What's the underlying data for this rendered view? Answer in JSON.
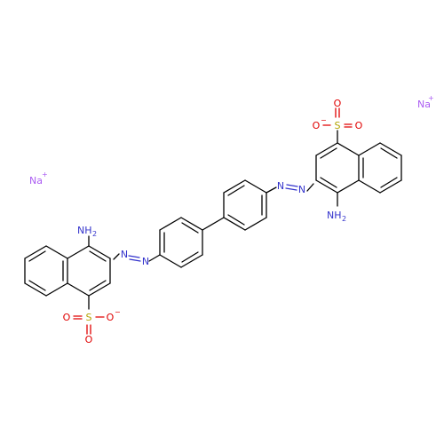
{
  "colors": {
    "bond": "#000000",
    "nitrogen": "#3333cc",
    "oxygen": "#e00000",
    "sulfur": "#b3a300",
    "sodium": "#ab5cf2",
    "background": "#ffffff"
  },
  "atoms": {
    "n": "N",
    "nh2_left": "NH",
    "nh2_right": "NH",
    "h2_sub": "2",
    "s": "S",
    "o": "O",
    "na": "Na",
    "plus": "+",
    "minus": "−"
  }
}
